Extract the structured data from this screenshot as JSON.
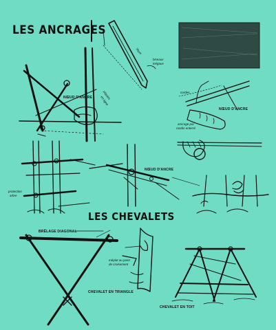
{
  "titles": {
    "ancrages": "LES ANCRAGES",
    "chevalets": "LES CHEVALETS"
  },
  "labels": {
    "biseaux": "biseaux",
    "inegaux": "inégaux",
    "measure": "70cm",
    "noeud_ancre_1": "NŒUD D'ANCRE",
    "piquets": "piquets",
    "en_ligne": "en ligne",
    "cordes_label": "cordes",
    "noeud_ancre_2": "NŒUD D'ANCRE",
    "ancrage_par": "ancrage par",
    "rondin_enterre": "rondin enterré",
    "noeud_ancre_3": "NŒUD D'ANCRE",
    "protection": "protection",
    "arbre": "arbre",
    "brelage_diagonal": "BRÊLAGE DIAGONAL",
    "meplat": "méplat au point",
    "croisement": "de croisement",
    "chevalet_triangle": "CHEVALET EN TRIANGLE",
    "chevalet_toit": "CHEVALET EN TOIT"
  },
  "colors": {
    "background": "#6fdcc3",
    "ink": "#111111"
  }
}
